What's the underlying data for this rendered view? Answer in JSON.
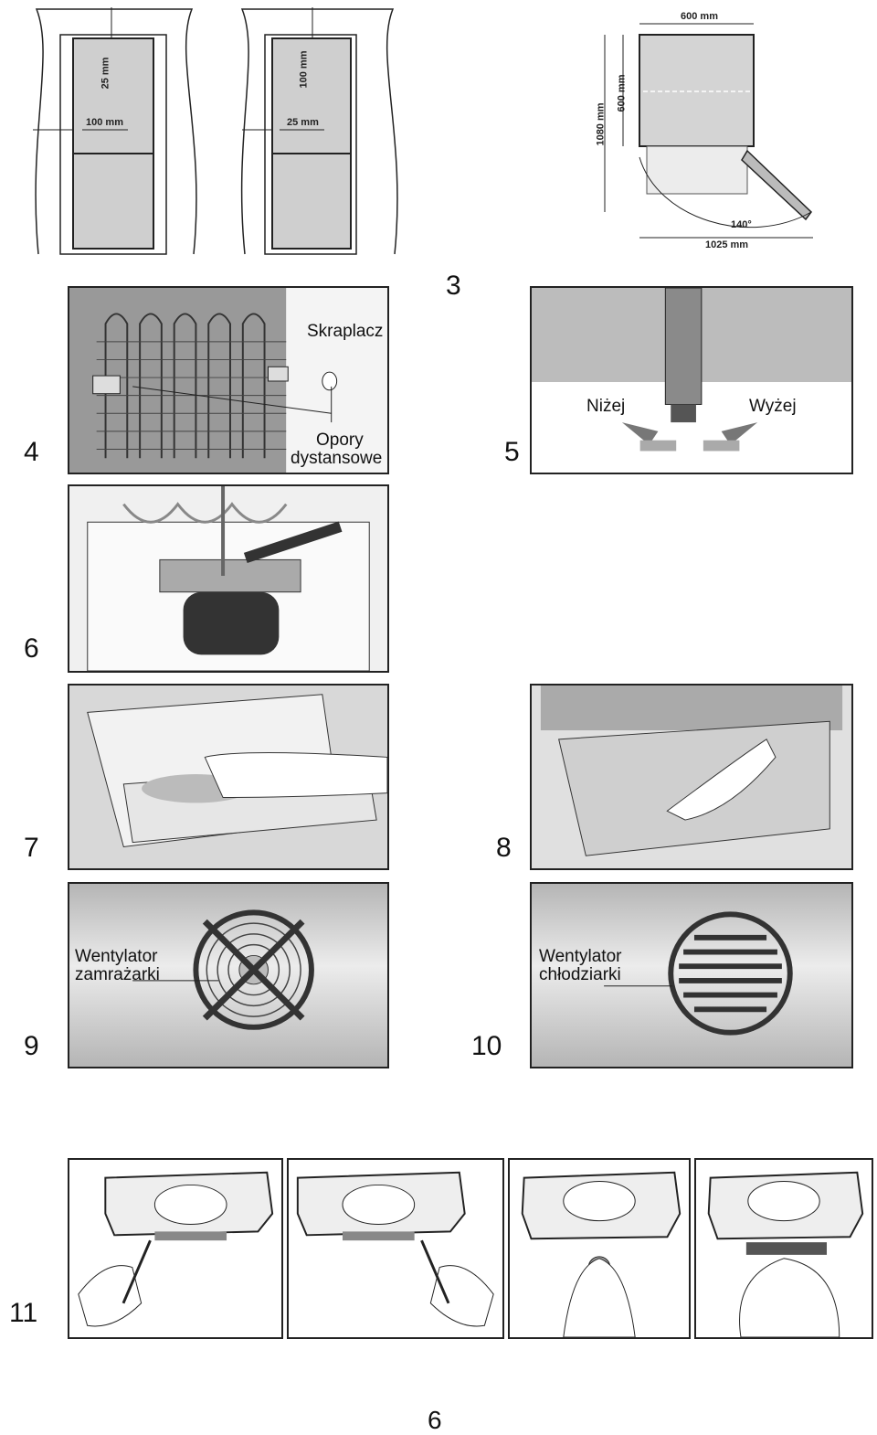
{
  "figure1": {
    "left": {
      "top_gap": "25 mm",
      "side_gap": "100 mm"
    },
    "right": {
      "top_gap": "100 mm",
      "side_gap": "25 mm"
    }
  },
  "figure2": {
    "width": "600 mm",
    "depth": "600 mm",
    "total_depth": "1080 mm",
    "angle": "140°",
    "door_span": "1025 mm"
  },
  "figures": {
    "f3": "3",
    "f4": "4",
    "f5": "5",
    "f6": "6",
    "f7": "7",
    "f8": "8",
    "f9": "9",
    "f10": "10",
    "f11": "11"
  },
  "labels": {
    "condenser": "Skraplacz",
    "spacers_1": "Opory",
    "spacers_2": "dystansowe",
    "lower": "Niżej",
    "higher": "Wyżej",
    "freezer_fan_1": "Wentylator",
    "freezer_fan_2": "zamrażarki",
    "fridge_fan_1": "Wentylator",
    "fridge_fan_2": "chłodziarki"
  },
  "page_number": "6"
}
